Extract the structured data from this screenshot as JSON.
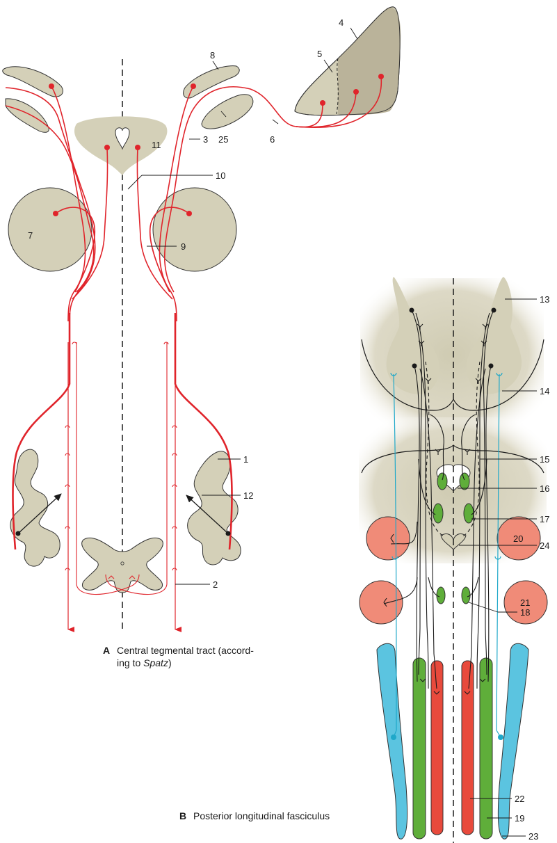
{
  "panel_a": {
    "caption_letter": "A",
    "caption_line1": "Central tegmental tract (accord-",
    "caption_line2_prefix": "ing to ",
    "caption_line2_italic": "Spatz",
    "caption_line2_suffix": ")"
  },
  "panel_b": {
    "caption_letter": "B",
    "caption_text": "Posterior longitudinal fasciculus"
  },
  "labels": {
    "l1": "1",
    "l2": "2",
    "l3": "3",
    "l4": "4",
    "l5": "5",
    "l6": "6",
    "l7": "7",
    "l8": "8",
    "l9": "9",
    "l10": "10",
    "l11": "11",
    "l12": "12",
    "l13": "13",
    "l14": "14",
    "l15": "15",
    "l16": "16",
    "l17": "17",
    "l18": "18",
    "l19": "19",
    "l20": "20",
    "l21": "21",
    "l22": "22",
    "l23": "23",
    "l24": "24",
    "l25": "25"
  },
  "colors": {
    "tissue": "#d4d0b8",
    "tract_red": "#e0242b",
    "nucleus_green": "#5fae3a",
    "nucleus_blue": "#5bc4e0",
    "nucleus_salmon": "#f08b78"
  }
}
